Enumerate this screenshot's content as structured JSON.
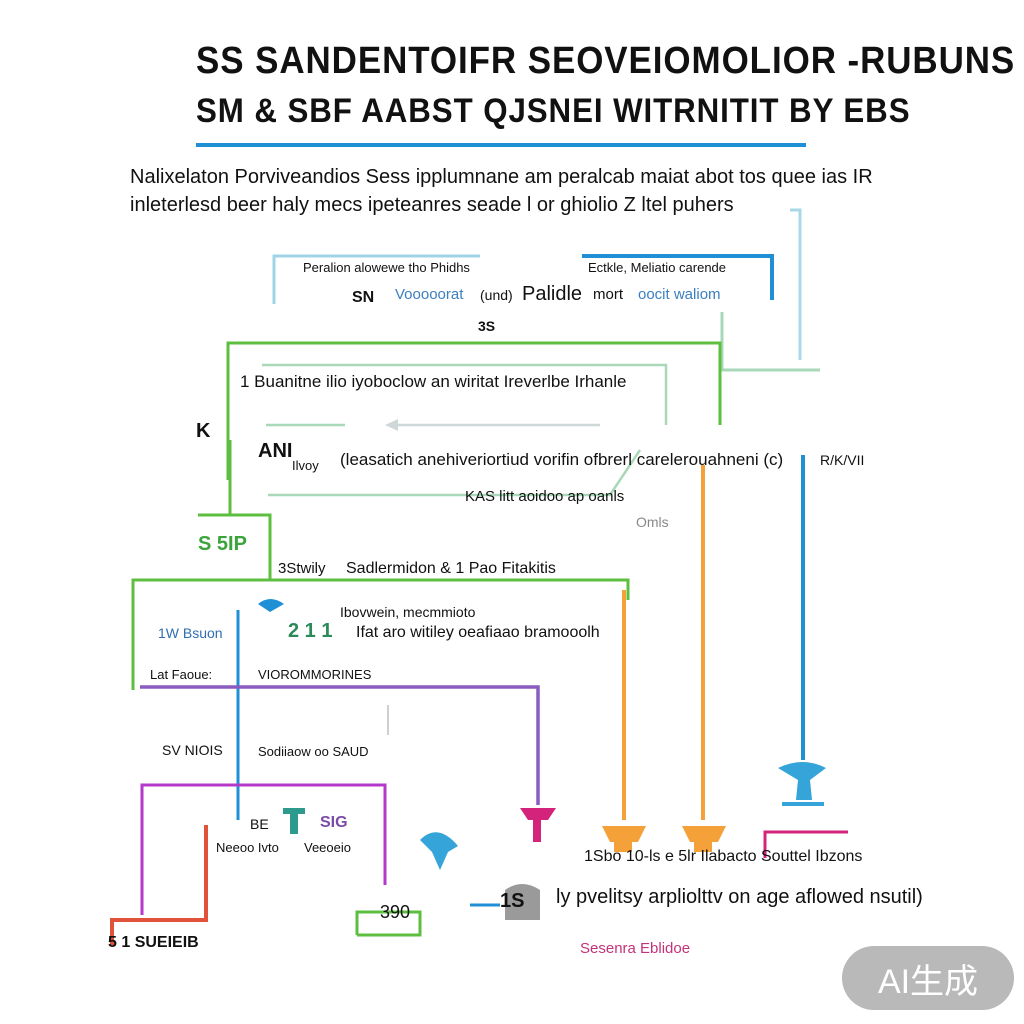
{
  "title": {
    "line1": "SS SANDENTOIFR SEOVEIOMOLIOR -RUBUNS",
    "line2": "SM & SBF AABST QJSNEI WITRNITIT BY EBS"
  },
  "intro": {
    "line1": "Nalixelaton Porviveandios Sess ipplumnane am peralcab maiat abot tos quee ias IR",
    "line2": "inleterlesd beer haly mecs ipeteanres seade l or ghiolio Z ltel puhers"
  },
  "labels": {
    "top_left": "Peralion alowewe tho Phidhs",
    "top_right": "Ectkle, Meliatio carende",
    "mid_row_a": "SN",
    "mid_row_b": "Vooooorat",
    "mid_row_c": "(und)",
    "mid_row_d": "Palidle",
    "mid_row_e": "mort",
    "mid_row_f": "oocit waliom",
    "small_num": "3S",
    "box_title": "1 Buanitne ilio iyoboclow an wiritat Ireverlbe Irhanle",
    "left_mark": "K",
    "left_num": "ANI",
    "left_sub": "Ilvoy",
    "paren_line": "(leasatich anehiveriortiud vorifin ofbrerl carelerouahneni (c)",
    "right_small": "R/K/VII",
    "mid_note": "KAS litt aoidoo ap oanls",
    "mid_note_sub": "Omls",
    "green_tag": "S 5IP",
    "row4_a": "3Stwily",
    "row4_b": "Sadlermidon & 1 Pao Fitakitis",
    "row5_a": "Ibovwein, mecmmioto",
    "row5_b": "1W Bsuon",
    "row5_c": "2 1 1",
    "row5_d": "Ifat aro witiley oeafiaao bramooolh",
    "row6_a": "Lat Faoue:",
    "row6_b": "VIOROMMORINES",
    "row7_a": "SV NIOIS",
    "row7_b": "Sodiiaow oo SAUD",
    "row8_a": "BE",
    "row8_b": "SIG",
    "row8_c": "Neeoo Ivto",
    "row8_d": "Veeoeio",
    "right_row": "1Sbo 10-ls e 5lr Ilabacto Souttel Ibzons",
    "bottom_left": "5 1 SUEIEIB",
    "bottom_num": "390",
    "bottom_mid": "1S",
    "bottom_main": "ly pvelitsy arpliolttv on age aflowed nsutil)",
    "bottom_pink": "Sesenra Eblidoe"
  },
  "badge": "AI生成",
  "colors": {
    "blue": "#1f8fd6",
    "green": "#5cbf3f",
    "lightgreen": "#a8d8b8",
    "orange": "#f5a13a",
    "purple": "#8a5cc0",
    "magenta": "#d4237a",
    "red": "#e0533a",
    "cyan": "#35a4d8"
  }
}
